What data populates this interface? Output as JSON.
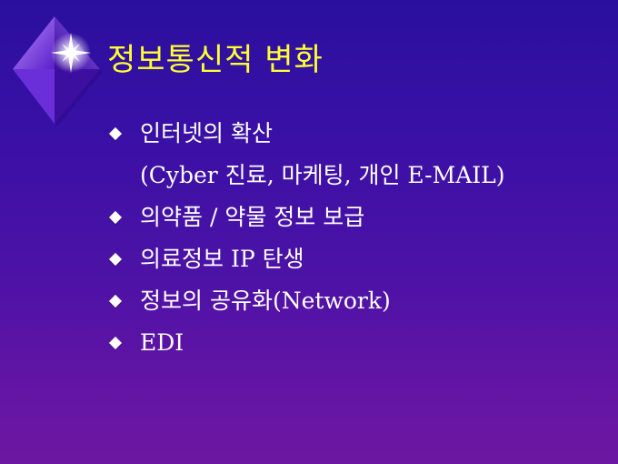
{
  "slide": {
    "title": "정보통신적 변화",
    "bullets": [
      {
        "text": "인터넷의 확산",
        "bullet": true
      },
      {
        "text": "(Cyber 진료, 마케팅, 개인 E-MAIL)",
        "bullet": false
      },
      {
        "text": "의약품 / 약물 정보 보급",
        "bullet": true
      },
      {
        "text": "의료정보 IP 탄생",
        "bullet": true
      },
      {
        "text": "정보의 공유화(Network)",
        "bullet": true
      },
      {
        "text": "EDI",
        "bullet": true
      }
    ]
  },
  "colors": {
    "title": "#ffff33",
    "text": "#ffffff",
    "background_top": "#2a0f9e",
    "background_bottom": "#6d17a2"
  },
  "icons": {
    "logo": "diamond-star-icon",
    "bullet": "diamond-bullet-icon"
  }
}
